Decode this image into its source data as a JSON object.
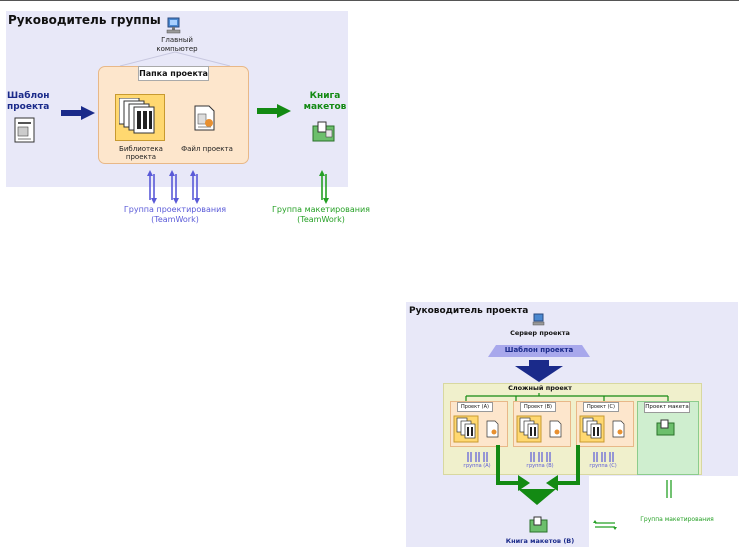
{
  "diagram1": {
    "title": "Руководитель группы",
    "main_computer": "Главный компьютер",
    "project_folder": "Папка проекта",
    "project_template": "Шаблон проекта",
    "project_library": "Библиотека проекта",
    "project_file": "Файл проекта",
    "layout_book": "Книга макетов",
    "design_group": "Группа проектирования (TeamWork)",
    "layout_group": "Группа макетирования (TeamWork)"
  },
  "diagram2": {
    "title": "Руководитель проекта",
    "project_server": "Сервер проекта",
    "project_template": "Шаблон проекта",
    "complex_project": "Сложный проект",
    "projects": [
      "Проект (A)",
      "Проект (B)",
      "Проект (C)"
    ],
    "layout_project": "Проект макета",
    "groups": [
      "группа (A)",
      "группа (B)",
      "группа (C)"
    ],
    "layout_book": "Книга макетов (B)",
    "layout_group": "Группа макетирования"
  },
  "colors": {
    "panel_bg": "#e8e8f8",
    "folder_bg": "#fde6cc",
    "blue_arrow": "#1a2a8a",
    "green_arrow": "#138a13",
    "group_blue": "#5a5ad8",
    "group_green": "#25a025",
    "complex_bg": "#f0f0cc",
    "layout_proj_bg": "#cfeecf"
  },
  "icons": [
    "computer-icon",
    "template-icon",
    "library-icon",
    "file-icon",
    "layout-book-icon",
    "server-icon"
  ]
}
